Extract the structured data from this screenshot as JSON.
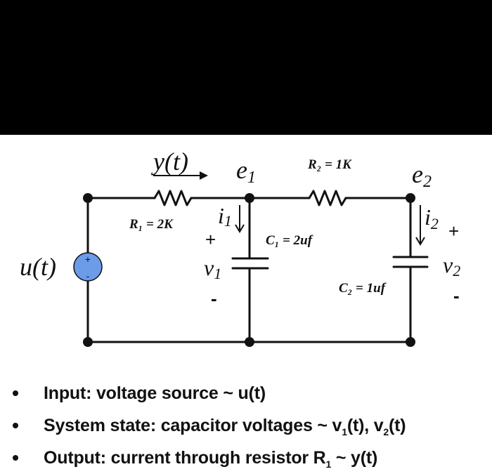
{
  "colors": {
    "source_fill": "#6c9be8",
    "wire": "#111111",
    "top_bar": "#000000"
  },
  "diagram": {
    "source_label": "u(t)",
    "source_plus": "+",
    "source_minus": "-",
    "y_label": "y(t)",
    "node1": {
      "letter": "e",
      "sub": "1"
    },
    "node2": {
      "letter": "e",
      "sub": "2"
    },
    "r1_label": "R₁ = 2K",
    "r2_label": "R₂ = 1K",
    "c1_label": "C₁ = 2uf",
    "c2_label": "C₂ = 1uf",
    "i1": {
      "letter": "i",
      "sub": "1"
    },
    "i2": {
      "letter": "i",
      "sub": "2"
    },
    "v1": {
      "letter": "v",
      "sub": "1"
    },
    "v2": {
      "letter": "v",
      "sub": "2"
    },
    "plus": "+",
    "minus": "-"
  },
  "bullets": [
    {
      "text": "Input: voltage source ~ u(t)"
    },
    {
      "pre": "System state:  capacitor voltages ~ v",
      "s1": "1",
      "mid": "(t), v",
      "s2": "2",
      "post": "(t)"
    },
    {
      "pre": "Output: current through resistor R",
      "s1": "1",
      "post": " ~ y(t)"
    }
  ]
}
